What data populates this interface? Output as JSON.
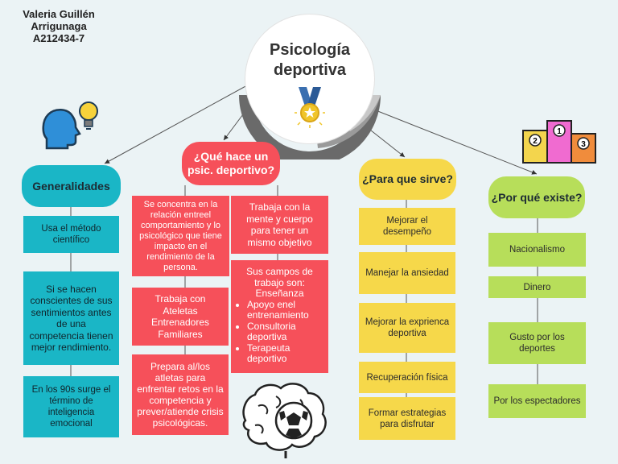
{
  "author": {
    "line1": "Valeria Guillén",
    "line2": "Arrigunaga",
    "line3": "A212434-7"
  },
  "center": {
    "title_line1": "Psicología",
    "title_line2": "deportiva",
    "icon": "medal-icon"
  },
  "branches": {
    "generalidades": {
      "title": "Generalidades",
      "icon": "head-lightbulb-icon",
      "color": "#1ab6c6",
      "items": [
        "Usa el método científico",
        "Si se hacen conscientes de sus sentimientos antes de una competencia tienen mejor rendimiento.",
        "En los 90s surge el término de inteligencia emocional"
      ]
    },
    "que_hace": {
      "title": "¿Qué hace un psic. deportivo?",
      "icon": "brain-soccer-icon",
      "color": "#f6505a",
      "left_items": [
        "Se concentra en la relación entreel comportamiento y lo psicológico que tiene impacto en el rendimiento de la persona.",
        "Trabaja con Ateletas Entrenadores Familiares",
        "Prepara al/los atletas para enfrentar retos en la competencia y prever/atiende crisis psicológicas."
      ],
      "right_items": [
        "Trabaja con la mente y cuerpo para tener un mismo objetivo"
      ],
      "campos": {
        "heading": "Sus campos de trabajo son:",
        "sub": "Enseñanza",
        "bullets": [
          "Apoyo enel entrenamiento",
          "Consultoria deportiva",
          "Terapeuta deportivo"
        ]
      }
    },
    "para_que": {
      "title": "¿Para que sirve?",
      "color": "#f6d84a",
      "items": [
        "Mejorar el desempeño",
        "Manejar la ansiedad",
        "Mejorar la exprienca deportiva",
        "Recuperación física",
        "Formar estrategias para disfrutar"
      ]
    },
    "por_que": {
      "title": "¿Por qué existe?",
      "icon": "podium-icon",
      "color": "#b7de5a",
      "podium_labels": [
        "2",
        "1",
        "3"
      ],
      "items": [
        "Nacionalismo",
        "Dinero",
        "Gusto por los deportes",
        "Por los espectadores"
      ]
    }
  }
}
